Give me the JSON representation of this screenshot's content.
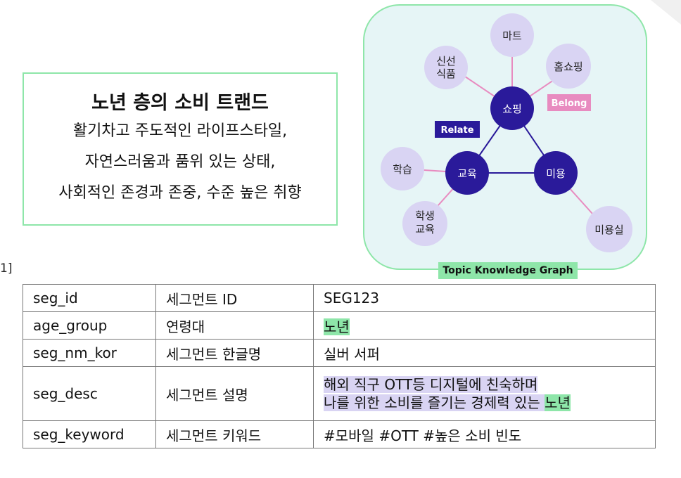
{
  "trend": {
    "title": "노년 층의 소비 트랜드",
    "lines": [
      "활기차고 주도적인 라이프스타일,",
      "자연스러움과 품위 있는 상태,",
      "사회적인 존경과 존중, 수준 높은 취향"
    ]
  },
  "graph": {
    "caption": "Topic Knowledge Graph",
    "tags": {
      "belong": "Belong",
      "relate": "Relate"
    },
    "hubs": {
      "shopping": "쇼핑",
      "education": "교육",
      "beauty": "미용"
    },
    "leaves": {
      "mart": "마트",
      "fresh_line1": "신선",
      "fresh_line2": "식품",
      "homeshopping": "홈쇼핑",
      "study": "학습",
      "student_line1": "학생",
      "student_line2": "교육",
      "salon": "미용실"
    },
    "colors": {
      "hub": "#2a1a9a",
      "leaf": "#d9d4f3",
      "belong_edge": "#e88bc0",
      "relate_edge": "#2a1a9a",
      "panel_border": "#8ee6a9"
    }
  },
  "side_label": "1]",
  "table": {
    "rows": [
      {
        "key": "seg_id",
        "label": "세그먼트 ID",
        "value": "SEG123"
      },
      {
        "key": "age_group",
        "label": "연령대",
        "value": "노년"
      },
      {
        "key": "seg_nm_kor",
        "label": "세그먼트 한글명",
        "value": "실버 서퍼"
      },
      {
        "key": "seg_desc",
        "label": "세그먼트 설명",
        "value_line1": "해외 직구 OTT등 디지털에 친숙하며",
        "value_line2": "나를 위한 소비를 즐기는 경제력 있는",
        "value_line2_highlight": "노년"
      },
      {
        "key": "seg_keyword",
        "label": "세그먼트 키워드",
        "value": "#모바일 #OTT #높은 소비 빈도"
      }
    ]
  }
}
